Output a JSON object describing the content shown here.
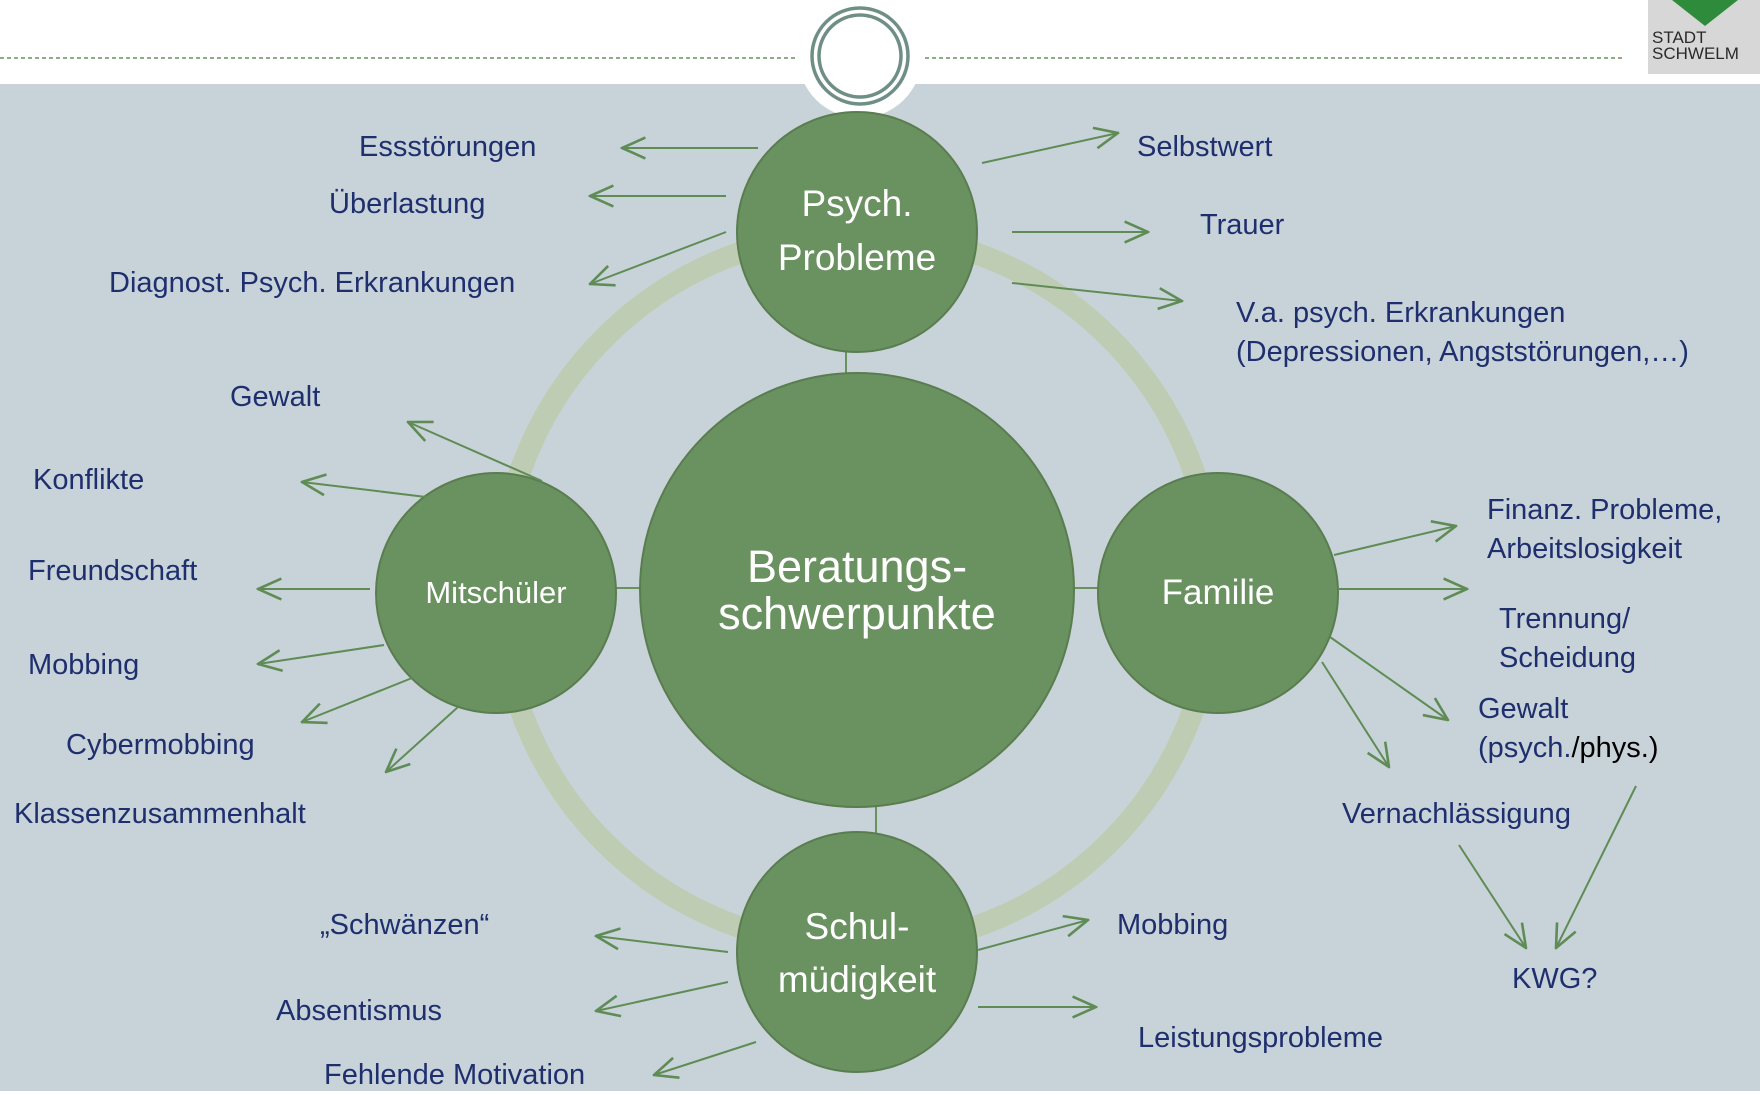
{
  "logo": {
    "line1": "STADT",
    "line2": "SCHWELM"
  },
  "center": {
    "line1": "Beratungs-",
    "line2": "schwerpunkte"
  },
  "nodes": {
    "psych": {
      "line1": "Psych.",
      "line2": "Probleme"
    },
    "mitschueler": {
      "line1": "Mitschüler"
    },
    "familie": {
      "line1": "Familie"
    },
    "schul": {
      "line1": "Schul-",
      "line2": "müdigkeit"
    }
  },
  "labels": {
    "essstoerungen": "Essstörungen",
    "ueberlastung": "Überlastung",
    "diagnost": "Diagnost. Psych. Erkrankungen",
    "selbstwert": "Selbstwert",
    "trauer": "Trauer",
    "va_line1": "V.a. psych. Erkrankungen",
    "va_line2": "(Depressionen, Angststörungen,…)",
    "gewalt_left": "Gewalt",
    "konflikte": "Konflikte",
    "freundschaft": "Freundschaft",
    "mobbing_left": "Mobbing",
    "cybermobbing": "Cybermobbing",
    "klassenzusammenhalt": "Klassenzusammenhalt",
    "finanz_line1": "Finanz. Probleme,",
    "finanz_line2": "Arbeitslosigkeit",
    "trennung_line1": "Trennung/",
    "trennung_line2": "Scheidung",
    "gewalt_right_line1": "Gewalt",
    "gewalt_right_line2a": "(psych.",
    "gewalt_right_line2b": "/phys.)",
    "vernachlaessigung": "Vernachlässigung",
    "kwg": "KWG?",
    "schwaenzen": "„Schwänzen“",
    "absentismus": "Absentismus",
    "fehlende_motivation": "Fehlende Motivation",
    "mobbing_right": "Mobbing",
    "leistungsprobleme": "Leistungsprobleme"
  },
  "colors": {
    "background_panel": "#c8d3d9",
    "node_fill": "#6a9160",
    "node_stroke": "#5a7d50",
    "ring": "#bfccb4",
    "arrow": "#5f8c55",
    "label_text": "#1f2f6e",
    "logo_green": "#2e8b3c"
  }
}
